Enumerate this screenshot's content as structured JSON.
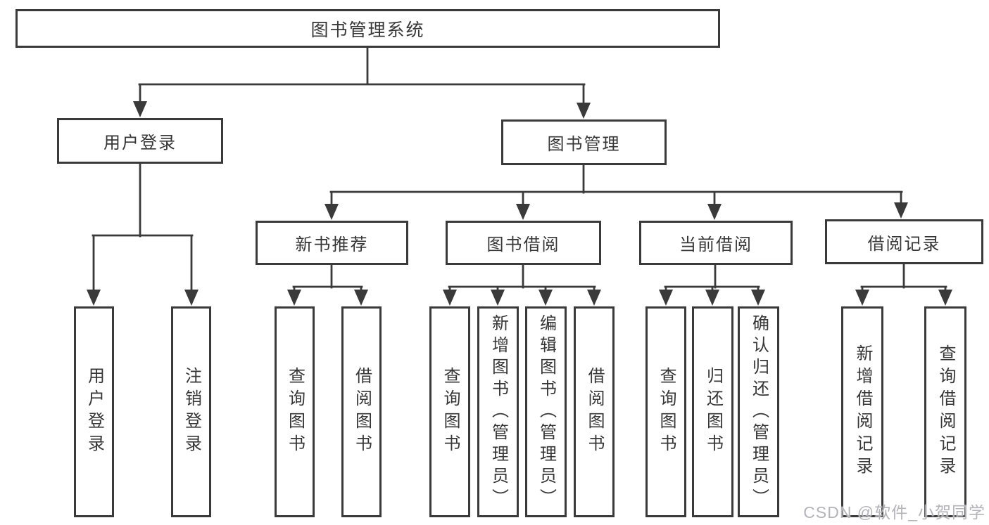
{
  "diagram": {
    "root": "图书管理系统",
    "level2": [
      "用户登录",
      "图书管理"
    ],
    "level3": [
      "新书推荐",
      "图书借阅",
      "当前借阅",
      "借阅记录"
    ],
    "leaves": [
      "用户登录",
      "注销登录",
      "查询图书",
      "借阅图书",
      "查询图书",
      "新增图书（管理员）",
      "编辑图书（管理员）",
      "借阅图书",
      "查询图书",
      "归还图书",
      "确认归还（管理员）",
      "新增借阅记录",
      "查询借阅记录"
    ]
  },
  "watermark": "CSDN @软件_小贺同学",
  "colors": {
    "line": "#3a3a3a",
    "text": "#363636",
    "watermark": "#b3b3bb",
    "background": "#ffffff"
  }
}
